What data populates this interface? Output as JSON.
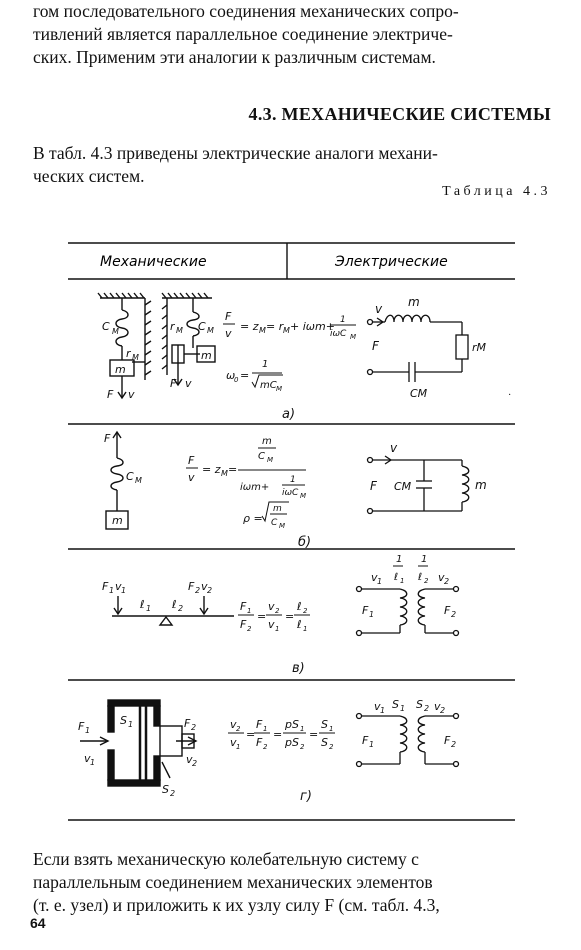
{
  "intro": {
    "line1": "гом последовательного соединения механических сопро-",
    "line2": "тивлений является параллельное соединение электриче-",
    "line3": "ских. Применим эти аналогии  к различным  системам."
  },
  "section": {
    "heading": "4.3. МЕХАНИЧЕСКИЕ СИСТЕМЫ",
    "para_line1": "В табл. 4.3 приведены  электрические  аналоги  механи-",
    "para_line2": "ческих систем."
  },
  "table": {
    "caption": "Таблица 4.3",
    "col_mech": "Механические",
    "col_elec": "Электрические",
    "rows": [
      {
        "label": "а)",
        "mech": {
          "cm": "C",
          "cm_sub": "M",
          "rm": "r",
          "rm_sub": "M",
          "mass": "m",
          "force": "F",
          "vel": "v"
        },
        "eq1": "F/v = zM = rM + iωm + 1/(iωCM)",
        "eq2": "ω0 = 1/√(mCM)",
        "elec": {
          "v": "v",
          "m": "m",
          "F": "F",
          "rm": "rM",
          "cm": "CM"
        }
      },
      {
        "label": "б)",
        "eq1": "F/v = zM = (m/CM)/(iωm + 1/(iωCM))",
        "eq2": "ρ = √(m/CM)",
        "elec": {
          "v": "v",
          "F": "F",
          "cm": "CM",
          "m": "m"
        }
      },
      {
        "label": "в)",
        "mech": {
          "f1": "F1",
          "v1": "v1",
          "l1": "l1",
          "l2": "l2",
          "f2": "F2",
          "v2": "v2"
        },
        "eq": "F1/F2 = v2/v1 = l2/l1",
        "elec": {
          "v1": "v1",
          "t1": "1/l1",
          "t2": "1/l2",
          "v2": "v2",
          "F1": "F1",
          "F2": "F2"
        }
      },
      {
        "label": "г)",
        "mech": {
          "f1": "F1",
          "v1": "v1",
          "s1": "S1",
          "s2": "S2",
          "f2": "F2",
          "v2": "v2"
        },
        "eq": "v2/v1 = F1/F2 = pS1/pS2 = S1/S2",
        "elec": {
          "v1": "v1",
          "s1": "S1",
          "s2": "S2",
          "v2": "v2",
          "F1": "F1",
          "F2": "F2"
        }
      }
    ]
  },
  "outro": {
    "line1": "Если взять механическую  колебательную  систему с",
    "line2": "параллельным  соединением  механических  элементов",
    "line3": "(т. е. узел)  и приложить к их узлу силу F  (см. табл. 4.3,"
  },
  "page_number": "64"
}
